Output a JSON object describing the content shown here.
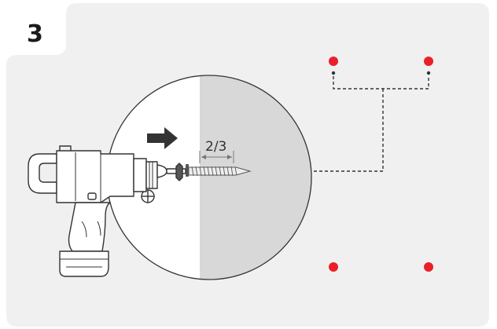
{
  "step": {
    "number": "3"
  },
  "detail": {
    "screw_depth_label": "2/3",
    "screw_type_symbol": "⊕"
  },
  "hole_markers": {
    "count": 4,
    "color": "#e8202a"
  },
  "colors": {
    "panel": "#f0f0f0",
    "wall_cut": "#d8d8d8",
    "drill_body": "#ffffff",
    "outline": "#333333"
  }
}
